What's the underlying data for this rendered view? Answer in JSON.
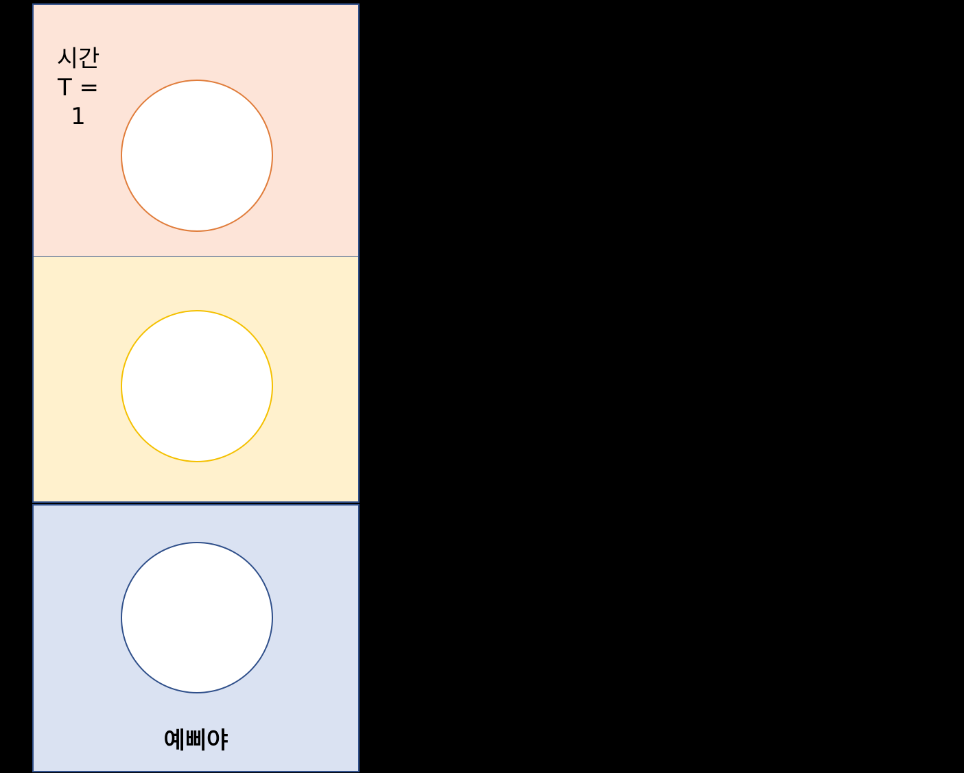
{
  "panels": {
    "top": {
      "fill": "#fde4d8",
      "circle_stroke": "#e07c3a",
      "label_line1": "시간",
      "label_line2": "T = 1"
    },
    "middle": {
      "fill": "#fff1cd",
      "circle_stroke": "#f4c000"
    },
    "bottom": {
      "fill": "#dae2f2",
      "circle_stroke": "#2f4f8a",
      "label": "예삐야"
    }
  },
  "colors": {
    "background": "#000000",
    "panel_border": "#2f4f8a"
  }
}
